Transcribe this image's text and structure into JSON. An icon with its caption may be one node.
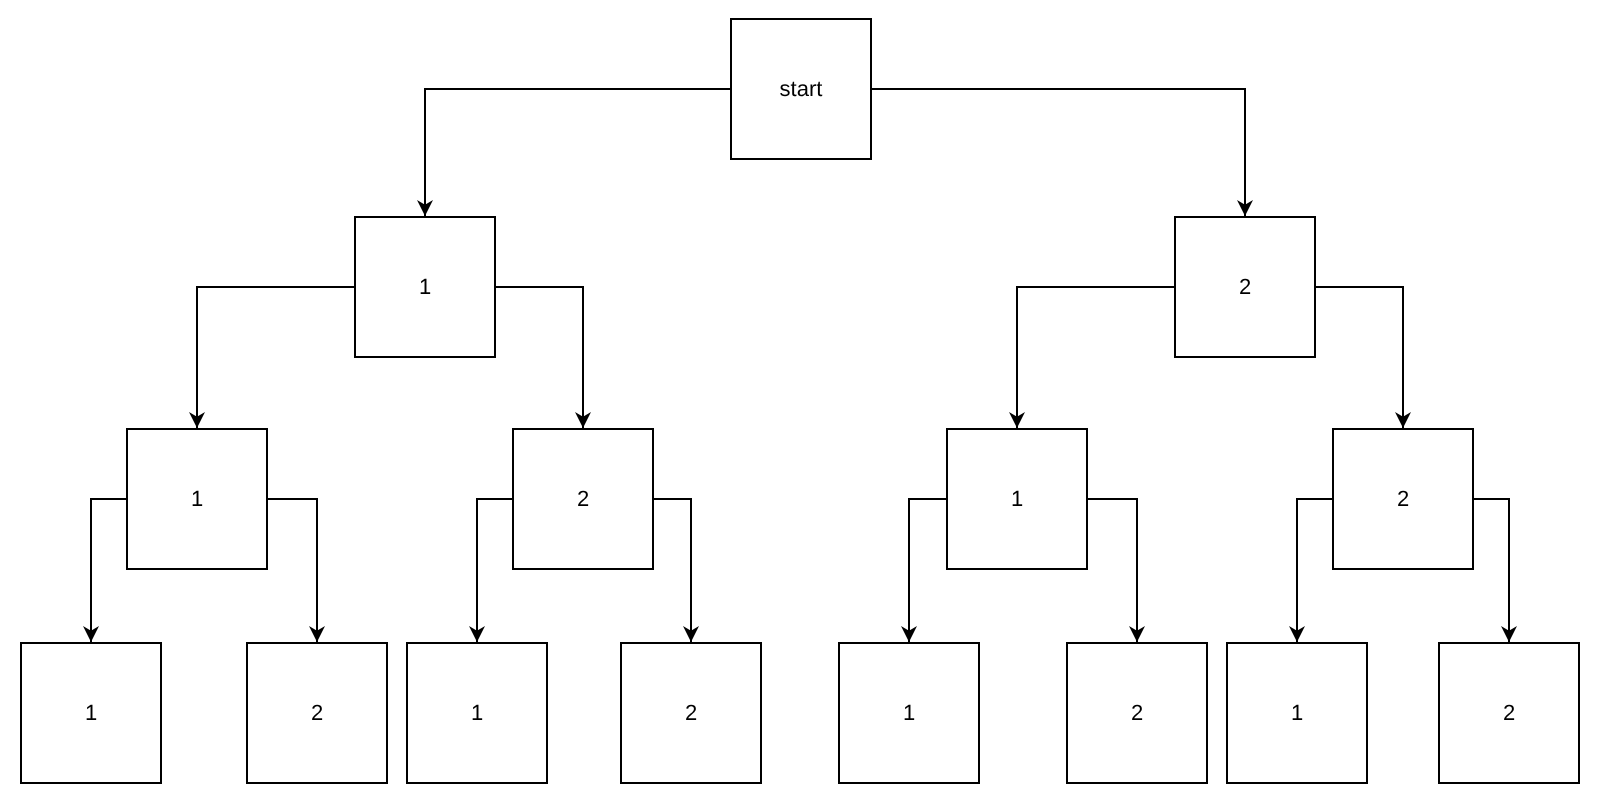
{
  "diagram": {
    "nodes": [
      {
        "text": [
          "start"
        ]
      },
      {
        "text": [
          "1"
        ]
      },
      {
        "text": [
          "2"
        ]
      },
      {
        "text": [
          "1"
        ]
      },
      {
        "text": [
          "2"
        ]
      },
      {
        "text": [
          "1"
        ]
      },
      {
        "text": [
          "2"
        ]
      },
      {
        "text": [
          "1"
        ]
      },
      {
        "text": [
          "2"
        ]
      },
      {
        "text": [
          "1"
        ]
      },
      {
        "text": [
          "2"
        ]
      },
      {
        "text": [
          "1"
        ]
      },
      {
        "text": [
          "2"
        ]
      },
      {
        "text": [
          "1"
        ]
      },
      {
        "text": [
          "2"
        ]
      }
    ],
    "edges": [
      {
        "from": 0,
        "to": 1,
        "arrow": "to"
      },
      {
        "from": 0,
        "to": 2,
        "arrow": "to"
      },
      {
        "from": 1,
        "to": 3,
        "arrow": "to"
      },
      {
        "from": 1,
        "to": 4,
        "arrow": "to"
      },
      {
        "from": 2,
        "to": 5,
        "arrow": "to"
      },
      {
        "from": 2,
        "to": 6,
        "arrow": "to"
      },
      {
        "from": 3,
        "to": 7,
        "arrow": "to"
      },
      {
        "from": 3,
        "to": 8,
        "arrow": "to"
      },
      {
        "from": 4,
        "to": 9,
        "arrow": "to"
      },
      {
        "from": 4,
        "to": 10,
        "arrow": "to"
      },
      {
        "from": 5,
        "to": 11,
        "arrow": "to"
      },
      {
        "from": 5,
        "to": 12,
        "arrow": "to"
      },
      {
        "from": 6,
        "to": 13,
        "arrow": "to"
      },
      {
        "from": 6,
        "to": 14,
        "arrow": "to"
      }
    ]
  }
}
